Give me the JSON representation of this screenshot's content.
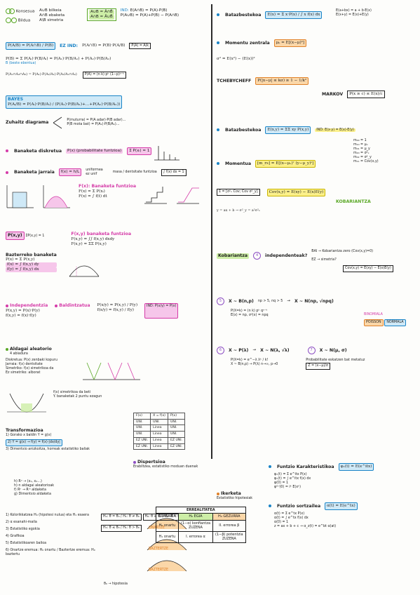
{
  "header": {
    "consistency_label": "Konsesua",
    "union_label": "Bildua",
    "rule_and": "A∪B bilkeia",
    "rule_or": "A∩B ebaketa",
    "rule_sym": "A\\B simetria",
    "de_morgan_1": "A∪B = Ā∩B̄",
    "de_morgan_2": "A∩B = Ā∪B̄",
    "ind_label": "IND:",
    "ind_formula": "E(A∩B) = P(A)·P(B)",
    "union_formula": "P(A∪B) = P(A)+P(B) − P(A∩B)"
  },
  "left": {
    "cond_prob": "P(A/B) = P(A∩B) / P(B)",
    "ez_ind": "EZ IND:",
    "ez_ind_formula": "P(A∩B) = P(B)·P(A/B)",
    "cond_small": "P(A) = A/k",
    "total_prob": "P(B) = Σ P(Aᵢ)·P(B/Aᵢ) = P(A₁)·P(B/A₁) + P(A₂)·P(B/A₂)",
    "total_prob_label": "B (beste ebentua)",
    "chain_rule": "P(A₁∩A₂∩A₃) = P(A₁)·P(A₂/A₁)·P(A₃/A₁∩A₂)",
    "binom_small": "P(A) = (n k) pᵏ (1−p)ⁿ⁻ᵏ",
    "bayes_title": "BAYES",
    "bayes_formula": "P(Aᵢ/B) = P(Aᵢ)·P(B/Aᵢ) / (P(A₁)·P(B/A₁)+…+P(Aₙ)·P(B/Aₙ))",
    "tree_label": "Zuhaitz diagrama",
    "tree_1": "P(muturra) = P(A adar)·P(B adar)…",
    "tree_2": "P(B mota bat) = P(A₁)·P(B/A₁)…",
    "discrete_title": "Banaketa diskretua",
    "discrete_formula": "P(x) (probabilitate funtzioa)",
    "discrete_sum": "Σ P(xᵢ) = 1",
    "continuous_title": "Banaketa jarraia",
    "continuous_formula": "f(x) = h/L",
    "continuous_uniform": "uniformea",
    "continuous_ez": "ez unif",
    "density_label": "masa / dentsitate funtzioa",
    "density_int": "∫ f(x) dx = 1",
    "cumulative_title": "F(x): Banaketa funtzioa",
    "cum_1": "F(x) = Σ P(xᵢ)",
    "cum_2": "F(x) = ∫ f(t) dt",
    "joint_title": "P(x,y)",
    "joint_sum": "ΣP(x,y) = 1",
    "joint_dist_title": "F(x,y) banaketa funtzioa",
    "joint_dist_1": "F(x,y) = ∫∫ f(x,y) dxdy",
    "joint_dist_2": "F(x,y) = ΣΣ P(x,y)",
    "marginal_title": "Bazterreko banaketa",
    "marginal_1": "P(x) = Σ P(x,y)",
    "marginal_2": "f(x) = ∫ f(x,y) dy",
    "marginal_3": "f(y) = ∫ f(x,y) dx",
    "independence_title": "Independentzia",
    "indep_1": "P(x,y) = P(x)·P(y)",
    "indep_2": "f(x,y) = f(x)·f(y)",
    "conditional_title": "Baldintzatua",
    "cond_1": "P(x/y) = P(x,y) / P(y)",
    "cond_2": "f(x/y) = f(x,y) / f(y)",
    "ind_box": "IND: P(x/y) = P(x)",
    "alea_title": "Aldagai aleatorio",
    "alea_sub": "4 abiadura",
    "alea_items": [
      "Diskretua: P(x) zenbaki kopuru",
      "Jarraia: f(x) dentsitate",
      "Simetriko: f(x) simetrikoa da",
      "Ez simetriko: alborat"
    ],
    "alea_note_1": "f(x) simetrikoa da beti",
    "alea_note_2": "Y. banaketak 2 puntu ezagun",
    "table5_headers": [
      "F(x)",
      "X = f(x)",
      "P(x)"
    ],
    "table5_rows": [
      [
        "UNI.",
        "UNI.",
        "UNI."
      ],
      [
        "UNI.",
        "Linea",
        "UNI."
      ],
      [
        "UNI.",
        "Linea",
        "UNI."
      ],
      [
        "EZ UNI.",
        "Linea",
        "EZ UNI."
      ],
      [
        "EZ UNI.",
        "Linea",
        "EZ UNI."
      ]
    ],
    "transform_title": "Transformazioa",
    "transform_items": [
      "1) Gorako x baldin Y = g(x)",
      "2) Y = g(x) → f(y) = f(x)·|dx/dy|",
      "3) Dimentsio anizkoitza, horreak estatistiko baliak"
    ],
    "dispersion_title": "Dispertsioa",
    "dispersion_note": "Erabiltzea, estatistiko moduan duenak",
    "hypo_steps_title": "Hipotesi kontrastea",
    "hypo_steps": [
      "1) Kolorikkatzea H₀ (hipotesi nulua) eta H₁ esaera",
      "2) α esanahi-maila",
      "3) Estatistiko egokia",
      "4) Grafikoa",
      "5) Estatistikoaren balioa",
      "6) Onartze eremua: H₀ onartu / Baztertze eremua: H₀ baztertu"
    ],
    "h_rows": [
      "H₀: θ = θ₀ / H₁: θ ≠ θ₀",
      "H₀: θ ≥ θ₀ / H₁: θ < θ₀",
      "H₀: θ ≤ θ₀ / H₁: θ > θ₀"
    ],
    "shape_labels": [
      "ONARTZE",
      "BAZTERTZE",
      "BAZTERTZE"
    ],
    "hypo_footer": "θ₀ → hipotesia",
    "rv_items": [
      "h) Rⁿ → (x₁, x₂…)",
      "h) n aldagai aleatorioak",
      "f) Rⁿ → Rᵐ aldaketa",
      "g) Dimentsio aldaketa"
    ]
  },
  "right": {
    "exp_title": "Batazbestekoa",
    "exp_formula": "E(x) = Σ x·P(x) / ∫ x f(x) dx",
    "exp_props": [
      "E(a+bx) = a + b·E(x)",
      "E(x+y) = E(x)+E(y)"
    ],
    "moment_title": "Momentu zentrala",
    "moment_formula": "μₖ = E[(x−μ)ᵏ]",
    "var_formula": "σ² = E(x²) − (E(x))²",
    "chebyshev_title": "TCHEBYCHEFF",
    "chebyshev_formula": "P(|x−μ| ≤ kσ) ≥ 1 − 1/k²",
    "markov_title": "MARKOV",
    "markov_formula": "P(x ≥ c) ≤ E(x)/c",
    "joint_exp_title": "Batazbestekoa",
    "joint_exp_formula": "E(x,y) = ΣΣ xy P(x,y)",
    "ind_exp": "IND: E(x·y) = E(x)·E(y)",
    "momentum_title": "Momentua",
    "momentum_formula": "[m_rs] = E[(x−μₓ)ʳ (y−μ_y)ˢ]",
    "tree_items": [
      "m₀₀ = 1",
      "m₁₀ = μₓ",
      "m₀₁ = μ_y",
      "m₂₀ = σ²ₓ",
      "m₀₂ = σ²_y",
      "m₁₁ = Cov(x,y)"
    ],
    "cov_matrix_label": "Σ = [σ²ₓ Cov; Cov σ²_y]",
    "cov_formula": "Cov(x,y) = E(xy) − E(x)E(y)",
    "covariance_label": "KOBARIANTZA",
    "lin_formula": "y = ax + b → σ²_y = a²σ²ₓ",
    "indep_q_title": "Kobariantza",
    "indep_q": "independenteak?",
    "indep_yes": "BAI → Kobariantza zero (Cov(x,y)=0)",
    "indep_no": "EZ → simetria?",
    "sym_yes": "Cov(x,y) = E(xy) − E(x)E(y)",
    "binom_title": "X ~ B(n,p)",
    "binom_cond": "np > 5, nq > 5",
    "binom_to": "X ~ N(np, √npq)",
    "binom_detail_1": "P(X=k) = (n k) pᵏ qⁿ⁻ᵏ",
    "binom_detail_2": "E(x) = np, σ²(x) = npq",
    "poisson_title": "X ~ P(λ)",
    "poisson_arrow": "X ~ N(λ, √λ)",
    "poisson_label": "POISSON",
    "normal_label": "NORMALA",
    "binom_label": "BINOMIALA",
    "poisson_detail": "P(X=k) = e^−λ λᵏ / k!",
    "pois_binom": "X ~ B(n,p) → P(λ) n→∞, p→0",
    "norm_title": "X ~ N(μ, σ)",
    "norm_std": "Z = (x−μ)/σ",
    "norm_note": "Probabilitate eskatzen bat metatuz",
    "char_title": "Funtzio Karakteristikoa",
    "char_formula": "φₓ(t) = E(e^itx)",
    "char_items": [
      "φₓ(t) = Σ e^itx P(x)",
      "φₓ(t) = ∫ e^itx f(x) dx",
      "φ(0) = 1",
      "φ⁽ᵏ⁾(0) = iᵏ E(xᵏ)"
    ],
    "mgf_title": "Funtzio sortzailea",
    "mgf_formula": "α(t) = E(e^tx)",
    "mgf_items": [
      "α(t) = Σ e^tx P(x)",
      "α(t) = ∫ e^tx f(x) dx",
      "α(0) = 1",
      "z = ax + b + c → α_z(t) = e^bt α(at)"
    ],
    "error_tag": "Ikerketa",
    "error_note": "Estatistiko hipotesiak",
    "error_table_title": "ERREALITATEA",
    "error_col_true": "H₀ EGIA",
    "error_col_false": "H₀ GEZURRA",
    "error_row_label": "ERABAKIA",
    "error_rows": [
      {
        "h": "H₀ onartu",
        "a": "(1−α) konfiantza",
        "b": "II. errorea β"
      },
      {
        "h": "H₁ onartu",
        "a": "I. errorea α",
        "b": "(1−β) potentzia"
      }
    ],
    "error_extra": [
      "ZUZENA",
      "ZUZENA"
    ]
  }
}
